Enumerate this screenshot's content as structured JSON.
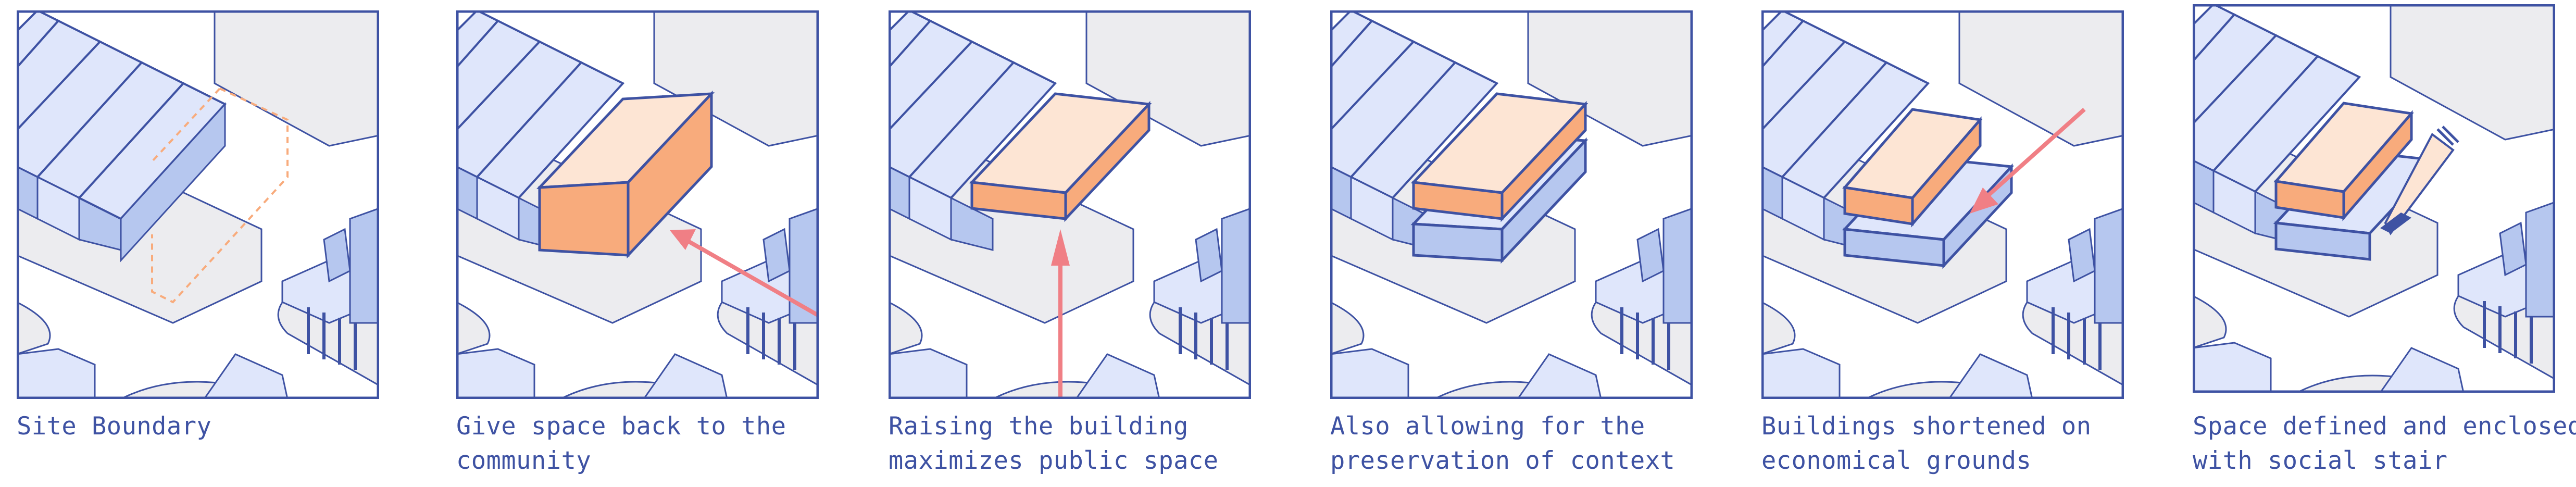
{
  "colors": {
    "outline": "#3e52a3",
    "building_fill": "#dfe6fb",
    "building_side": "#b6c7ef",
    "ground": "#ececef",
    "orange_top": "#fde5d4",
    "orange_side": "#f8ab7c",
    "arrow": "#f07f85"
  },
  "panels": [
    {
      "line1": "Site Boundary",
      "line2": ""
    },
    {
      "line1": "Give space back to the",
      "line2": "community"
    },
    {
      "line1": "Raising the building",
      "line2": "maximizes public space"
    },
    {
      "line1": "Also allowing for the",
      "line2": "preservation of context"
    },
    {
      "line1": "Buildings shortened on",
      "line2": "economical grounds"
    },
    {
      "line1": "Space defined and enclosed",
      "line2": "with social stair"
    }
  ]
}
